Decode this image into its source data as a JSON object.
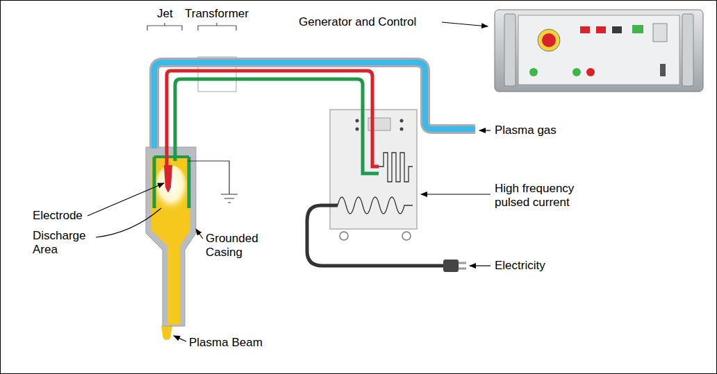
{
  "diagram": {
    "labels": [
      "Jet",
      "Transformer",
      "Generator and Control",
      "Plasma gas",
      "High frequency pulsed current",
      "Electricity",
      "Electrode",
      "Discharge Area",
      "Grounded Casing",
      "Plasma Beam"
    ]
  }
}
